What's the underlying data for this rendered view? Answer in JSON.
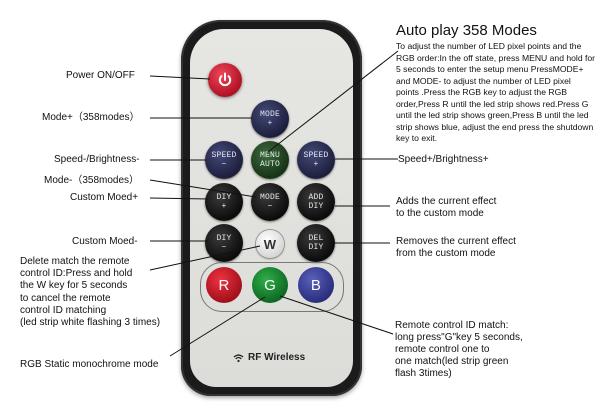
{
  "title": "Auto play 358 Modes",
  "description": "To adjust the number of LED pixel points and the RGB order:In the off state, press MENU and hold for 5 seconds to enter the setup menu PressMODE+ and MODE- to adjust the number of LED pixel points .Press the RGB key to adjust the RGB order,Press R until the led strip shows red.Press G until the led strip shows green,Press B until the led strip shows blue, adjust the end press the shutdown key to exit.",
  "labels": {
    "power": "Power ON/OFF",
    "mode_plus": "Mode+（358modes）",
    "speed_minus": "Speed-/Brightness-",
    "mode_minus": "Mode-（358modes）",
    "custom_plus": "Custom Moed+",
    "custom_minus": "Custom Moed-",
    "delete_match": [
      "Delete match the remote",
      "control ID:Press and hold",
      "the W key for 5 seconds",
      "to cancel the remote",
      "control ID matching",
      "(led strip white flashing 3 times)"
    ],
    "rgb_static": "RGB Static monochrome mode",
    "speed_plus": "Speed+/Brightness+",
    "add_effect": [
      "Adds the current effect",
      "to the custom mode"
    ],
    "remove_effect": [
      "Removes the current effect",
      "from the custom mode"
    ],
    "remote_id": [
      "Remote control ID match:",
      "long press\"G\"key 5 seconds,",
      "remote control one to",
      "one match(led strip green",
      "flash 3times)"
    ]
  },
  "keys": {
    "mode_plus": [
      "MODE",
      "+"
    ],
    "speed_minus": [
      "SPEED",
      "−"
    ],
    "menu": [
      "MENU",
      "AUTO"
    ],
    "speed_plus": [
      "SPEED",
      "+"
    ],
    "mode_minus": [
      "MODE",
      "−"
    ],
    "diy_plus": [
      "DIY",
      "+"
    ],
    "diy_minus": [
      "DIY",
      "−"
    ],
    "add_diy": [
      "ADD",
      "DIY"
    ],
    "del_diy": [
      "DEL",
      "DIY"
    ],
    "w": "W",
    "r": "R",
    "g": "G",
    "b": "B"
  },
  "brand": "RF Wireless",
  "icons": [
    "power-icon",
    "wifi-icon"
  ]
}
